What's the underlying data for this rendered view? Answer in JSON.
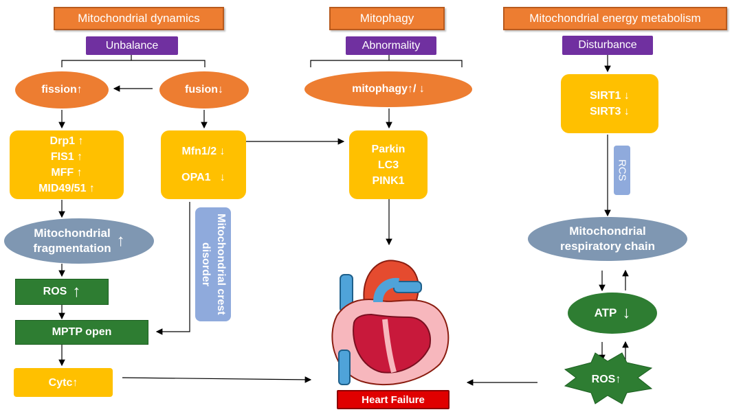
{
  "headers": {
    "dynamics": "Mitochondrial dynamics",
    "mitophagy": "Mitophagy",
    "energy": "Mitochondrial energy metabolism"
  },
  "status": {
    "unbalance": "Unbalance",
    "abnormality": "Abnormality",
    "disturbance": "Disturbance"
  },
  "ovals": {
    "fission": "fission↑",
    "fusion": "fusion↓",
    "mitophagy": "mitophagy↑/ ↓"
  },
  "fission_proteins": [
    "Drp1 ↑",
    "FIS1 ↑",
    "MFF ↑",
    "MID49/51 ↑"
  ],
  "fusion_proteins": [
    "Mfn1/2 ↓",
    "OPA1   ↓"
  ],
  "mitophagy_proteins": [
    "Parkin",
    "LC3",
    "PINK1"
  ],
  "sirt": [
    "SIRT1 ↓",
    "SIRT3 ↓"
  ],
  "rcs": "RCS",
  "crest": "Mitochondrial crest disorder",
  "fragmentation": {
    "line1": "Mitochondrial",
    "line2": "fragmentation",
    "arrow": "↑"
  },
  "ros_left": {
    "label": "ROS",
    "arrow": "↑"
  },
  "mptp": "MPTP open",
  "cytc": "Cytc↑",
  "resp_chain": {
    "line1": "Mitochondrial",
    "line2": "respiratory chain"
  },
  "atp": {
    "label": "ATP",
    "arrow": "↓"
  },
  "ros_right": "ROS↑",
  "heart_failure": "Heart Failure",
  "colors": {
    "orange": "#ed7d31",
    "purple": "#7030a0",
    "yellow": "#ffc000",
    "green": "#2e7d32",
    "steel_blue": "#7f97b2",
    "light_blue": "#8faadc",
    "red": "#e00000"
  }
}
